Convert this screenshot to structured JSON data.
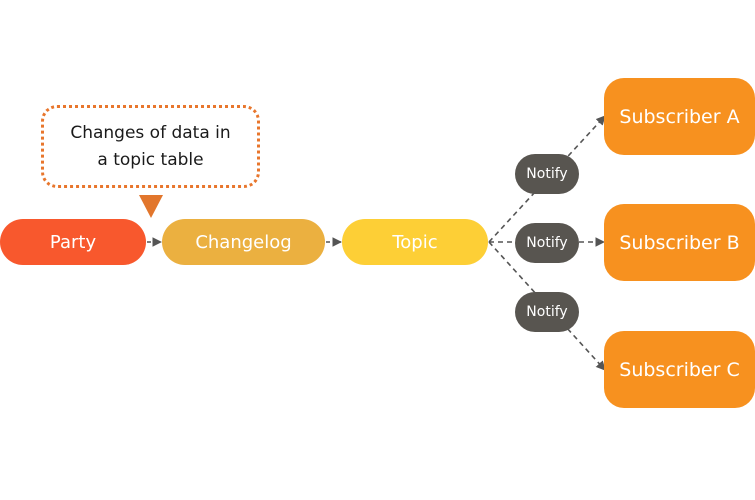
{
  "diagram": {
    "nodes": {
      "party": "Party",
      "changelog": "Changelog",
      "topic": "Topic",
      "subscriber_a": "Subscriber A",
      "subscriber_b": "Subscriber B",
      "subscriber_c": "Subscriber C"
    },
    "notify_labels": [
      "Notify",
      "Notify",
      "Notify"
    ],
    "callout": {
      "line1": "Changes of data in",
      "line2": "a topic table"
    },
    "colors": {
      "party": "#f8582d",
      "changelog": "#ebb040",
      "topic": "#fdcf36",
      "subscriber": "#f7911f",
      "notify": "#585550",
      "callout_border": "#e8762c",
      "edge": "#555555"
    },
    "edges": [
      {
        "from": "party",
        "to": "changelog",
        "style": "dashed-arrow"
      },
      {
        "from": "changelog",
        "to": "topic",
        "style": "dashed-arrow"
      },
      {
        "from": "topic",
        "to": "subscriber_a",
        "style": "dashed-arrow",
        "via": "notify"
      },
      {
        "from": "topic",
        "to": "subscriber_b",
        "style": "dashed-arrow",
        "via": "notify"
      },
      {
        "from": "topic",
        "to": "subscriber_c",
        "style": "dashed-arrow",
        "via": "notify"
      }
    ]
  }
}
